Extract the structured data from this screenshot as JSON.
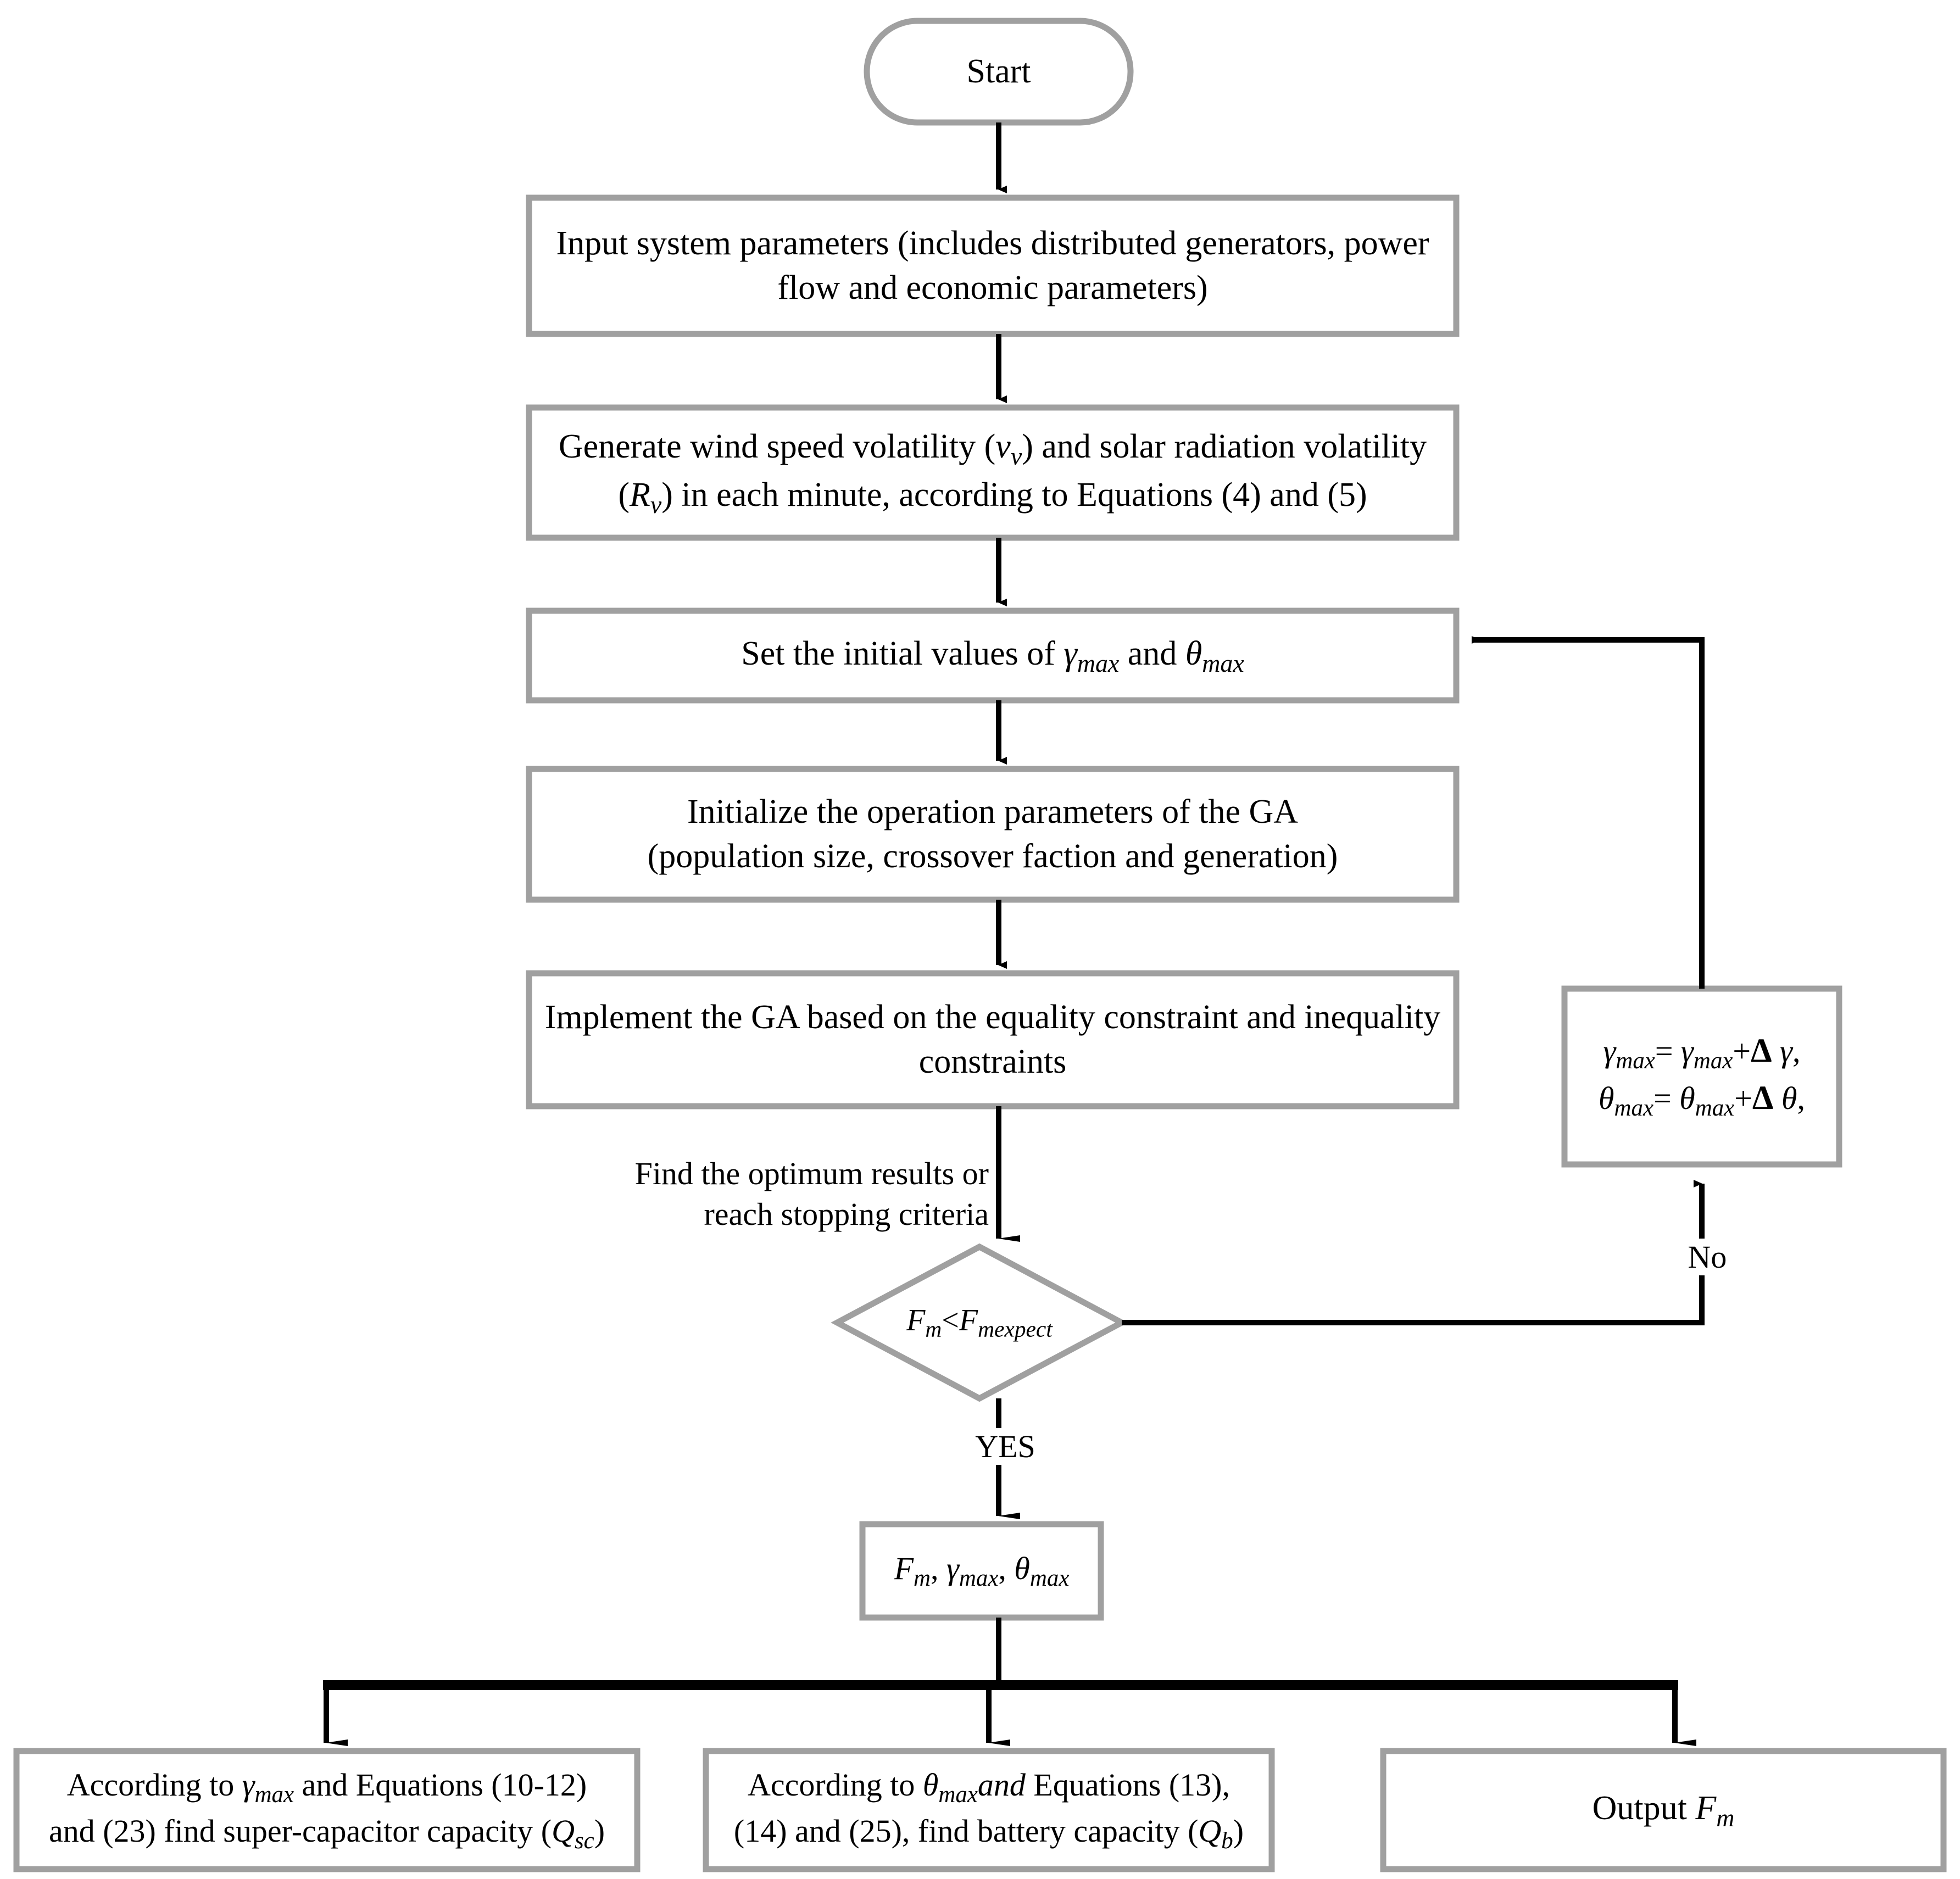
{
  "diagram": {
    "title": "Optimization flowchart for super-capacitor and battery capacity sizing",
    "colors": {
      "node_border": "#a0a0a0",
      "node_fill": "#ffffff",
      "connector": "#000000",
      "text": "#000000",
      "background": "#ffffff"
    }
  },
  "nodes": {
    "start": {
      "shape": "terminator",
      "label": "Start"
    },
    "input_parameters": {
      "shape": "process",
      "line1": "Input system parameters (includes distributed generators, power",
      "line2": "flow and economic parameters)"
    },
    "generate_volatility": {
      "shape": "process",
      "line1_a": "Generate wind speed volatility (",
      "line1_var": "v",
      "line1_sub": "v",
      "line1_b": ") and solar radiation volatility",
      "line2_a": "(",
      "line2_var": "R",
      "line2_sub": "v",
      "line2_b": ") in each minute, according to Equations (4) and (5)"
    },
    "set_initial_values": {
      "shape": "process",
      "text_a": "Set the initial values of ",
      "var1": "γ",
      "var1_sub": "max",
      "text_b": "  and ",
      "var2": "θ",
      "var2_sub": "max"
    },
    "initialize_ga": {
      "shape": "process",
      "line1": "Initialize the operation parameters of the GA",
      "line2": "(population size, crossover faction and generation)"
    },
    "implement_ga": {
      "shape": "process",
      "line1": "Implement the GA based on the equality constraint and inequality",
      "line2": "constraints"
    },
    "decision_fm": {
      "shape": "decision",
      "var1": "F",
      "var1_sub": "m",
      "operator": "<",
      "var2": "F",
      "var2_sub": "mexpect"
    },
    "update_params": {
      "shape": "process",
      "line1_v1": "γ",
      "line1_v1_sub": "max",
      "line1_eq": "= ",
      "line1_v2": "γ",
      "line1_v2_sub": "max",
      "line1_plus": "+",
      "line1_delta": "Δ",
      "line1_var": " γ",
      "line1_comma": ",",
      "line2_v1": "θ",
      "line2_v1_sub": "max",
      "line2_eq": "= ",
      "line2_v2": "θ",
      "line2_v2_sub": "max",
      "line2_plus": "+",
      "line2_delta": "Δ",
      "line2_var": " θ",
      "line2_comma": ","
    },
    "results": {
      "shape": "process",
      "v1": "F",
      "v1_sub": "m",
      "sep1": ", ",
      "v2": "γ",
      "v2_sub": "max",
      "sep2": ", ",
      "v3": "θ",
      "v3_sub": "max"
    },
    "supercapacitor": {
      "shape": "process",
      "line1_a": "According to ",
      "line1_var": "γ",
      "line1_sub": "max",
      "line1_b": " and Equations (10-12)",
      "line2_a": "and (23) find super-capacitor capacity (",
      "line2_var": "Q",
      "line2_sub": "sc",
      "line2_b": ")"
    },
    "battery": {
      "shape": "process",
      "line1_a": "According to ",
      "line1_var": "θ",
      "line1_sub": "max",
      "line1_italic": "and",
      "line1_b": " Equations (13),",
      "line2_a": "(14) and (25), find battery capacity (",
      "line2_var": "Q",
      "line2_sub": "b",
      "line2_b": ")"
    },
    "output_fm": {
      "shape": "process",
      "text_a": "Output ",
      "var": "F",
      "var_sub": "m"
    }
  },
  "edge_labels": {
    "stopping_criteria_line1": "Find the optimum results or",
    "stopping_criteria_line2": "reach stopping criteria",
    "no": "No",
    "yes": "YES"
  }
}
